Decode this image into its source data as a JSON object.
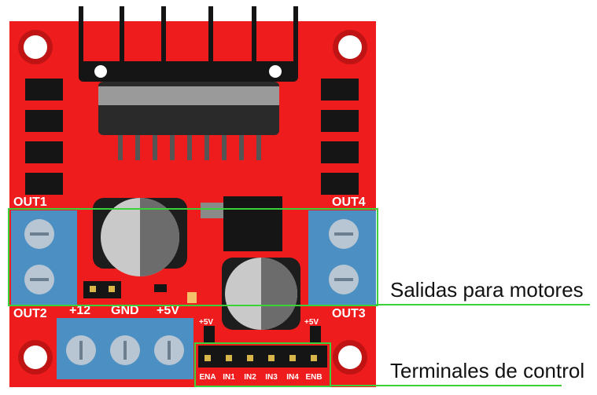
{
  "board_labels": {
    "out1": "OUT1",
    "out2": "OUT2",
    "out3": "OUT3",
    "out4": "OUT4",
    "plus12": "+12",
    "gnd": "GND",
    "plus5v": "+5V",
    "plus5v_left_jumper": "+5V",
    "plus5v_right_jumper": "+5V"
  },
  "control_pins": [
    "ENA",
    "IN1",
    "IN2",
    "IN3",
    "IN4",
    "ENB"
  ],
  "callouts": {
    "motor_outputs": "Salidas para motores",
    "control_terminals": "Terminales de control"
  },
  "colors": {
    "board": "#ee1c1c",
    "highlight": "#3bd13b",
    "terminal_block": "#4c8fc2",
    "heatsink": "#151515",
    "text": "#111111"
  }
}
